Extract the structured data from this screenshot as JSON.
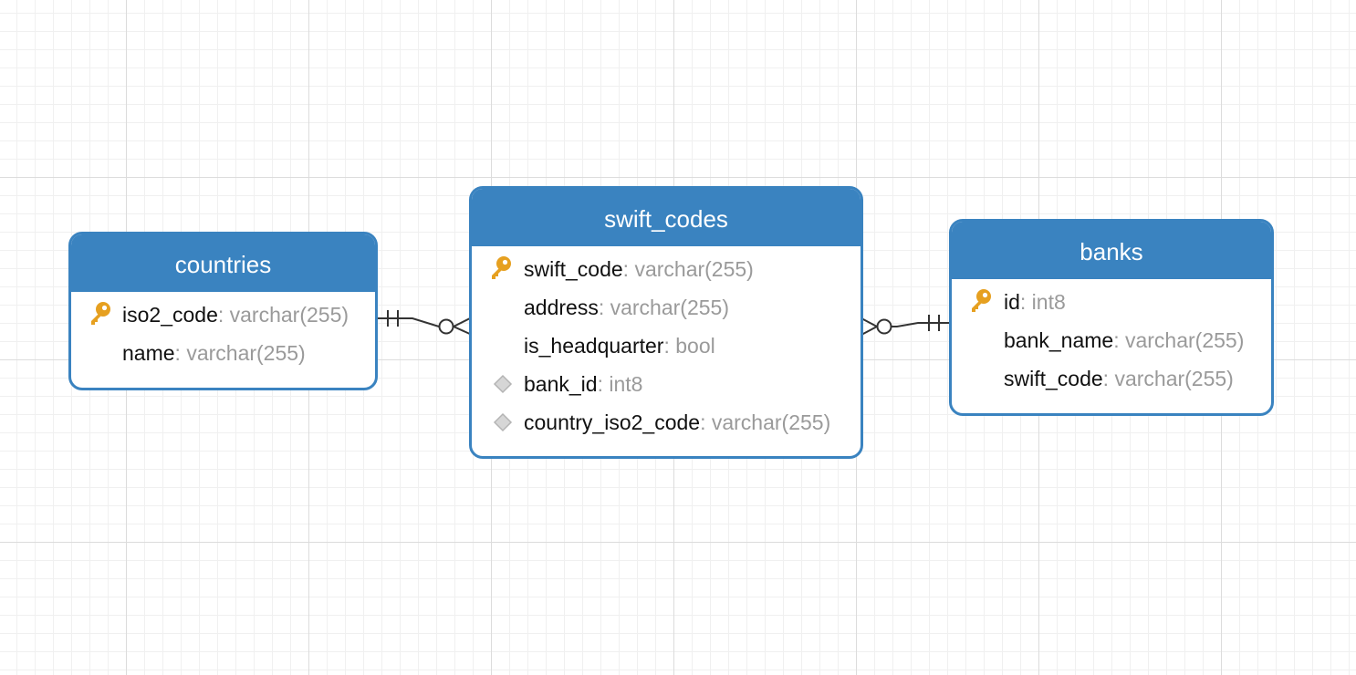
{
  "tables": {
    "countries": {
      "name": "countries",
      "fields": [
        {
          "name": "iso2_code",
          "type": ": varchar(255)",
          "icon": "primary-key-icon"
        },
        {
          "name": "name",
          "type": ": varchar(255)",
          "icon": ""
        }
      ]
    },
    "swift_codes": {
      "name": "swift_codes",
      "fields": [
        {
          "name": "swift_code",
          "type": ": varchar(255)",
          "icon": "primary-key-icon"
        },
        {
          "name": "address",
          "type": ": varchar(255)",
          "icon": ""
        },
        {
          "name": "is_headquarter",
          "type": ": bool",
          "icon": ""
        },
        {
          "name": "bank_id",
          "type": ": int8",
          "icon": "foreign-key-diamond-icon"
        },
        {
          "name": "country_iso2_code",
          "type": ": varchar(255)",
          "icon": "foreign-key-diamond-icon"
        }
      ]
    },
    "banks": {
      "name": "banks",
      "fields": [
        {
          "name": "id",
          "type": ": int8",
          "icon": "primary-key-icon"
        },
        {
          "name": "bank_name",
          "type": ": varchar(255)",
          "icon": ""
        },
        {
          "name": "swift_code",
          "type": ": varchar(255)",
          "icon": ""
        }
      ]
    }
  },
  "relationships": [
    {
      "from": "countries.iso2_code",
      "to": "swift_codes.country_iso2_code",
      "from_cardinality": "one-and-only-one",
      "to_cardinality": "zero-or-many"
    },
    {
      "from": "banks.id",
      "to": "swift_codes.bank_id",
      "from_cardinality": "one-and-only-one",
      "to_cardinality": "zero-or-many"
    }
  ],
  "colors": {
    "header": "#3a83c0",
    "border": "#3a83c0",
    "header_text": "#ffffff",
    "field_name": "#111111",
    "field_type": "#9a9a9a",
    "key_icon": "#e6a020",
    "diamond_icon": "#c8c8c8",
    "relation_line": "#333333"
  }
}
